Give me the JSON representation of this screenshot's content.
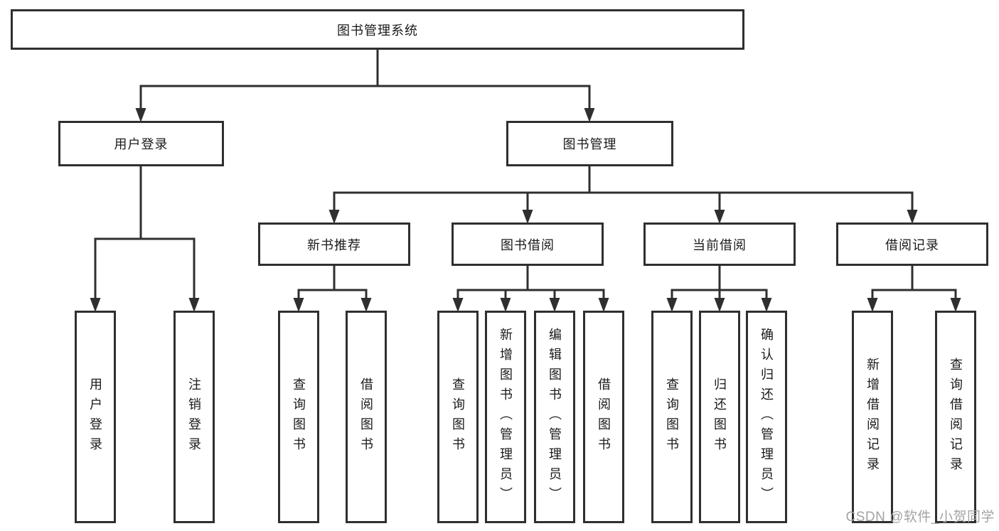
{
  "diagram_title": "图书管理系统",
  "nodes": {
    "root": "图书管理系统",
    "user_login_branch": "用户登录",
    "book_mgmt_branch": "图书管理",
    "new_book_rec": "新书推荐",
    "book_borrow": "图书借阅",
    "current_borrow": "当前借阅",
    "borrow_record": "借阅记录",
    "user_login": "用户登录",
    "logout": "注销登录",
    "nb_query_book": "查询图书",
    "nb_borrow_book": "借阅图书",
    "bb_query_book": "查询图书",
    "bb_add_book": "新增图书（管理员）",
    "bb_edit_book": "编辑图书（管理员）",
    "bb_borrow_book": "借阅图书",
    "cb_query_book": "查询图书",
    "cb_return_book": "归还图书",
    "cb_confirm_return": "确认归还（管理员）",
    "br_add_record": "新增借阅记录",
    "br_query_record": "查询借阅记录"
  },
  "watermark": "CSDN @软件_小贺同学",
  "colors": {
    "line": "#2f2f2f",
    "box_border": "#2f2f2f",
    "box_fill": "#ffffff",
    "text": "#1a1a1a",
    "watermark": "#a3a3a3"
  }
}
